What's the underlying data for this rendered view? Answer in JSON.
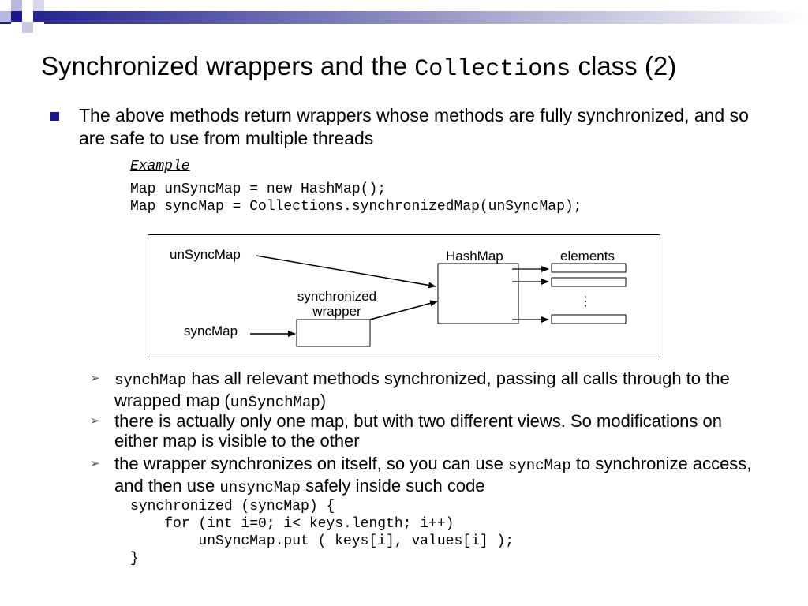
{
  "title": {
    "part1": "Synchronized wrappers and the ",
    "code": "Collections",
    "part2": " class (2)"
  },
  "bullet": {
    "text": "The above methods return wrappers whose methods are fully synchronized, and so are safe to use from multiple threads"
  },
  "example": {
    "label": "Example",
    "code": "Map unSyncMap = new HashMap();\nMap syncMap = Collections.synchronizedMap(unSyncMap);"
  },
  "diagram": {
    "unsync_label": "unSyncMap",
    "hashmap_label": "HashMap",
    "elements_label": "elements",
    "wrapper_label_line1": "synchronized",
    "wrapper_label_line2": "wrapper",
    "sync_label": "syncMap",
    "ellipsis": "⋮"
  },
  "subbullets": [
    {
      "arrow": "➢",
      "code1": "synchMap",
      "text1": " has all relevant methods synchronized, passing all calls through to the wrapped map (",
      "code2": "unSynchMap",
      "text2": ")"
    },
    {
      "arrow": "➢",
      "text": "there is actually only one map, but with two different views. So modifications on either map is visible to the other"
    },
    {
      "arrow": "➢",
      "text1": "the wrapper synchronizes on itself, so you can use ",
      "code1": "syncMap",
      "text2": " to synchronize access, and then use ",
      "code2": "unsyncMap",
      "text3": " safely inside such code"
    }
  ],
  "sync_code": "synchronized (syncMap) {\n    for (int i=0; i< keys.length; i++)\n        unSyncMap.put ( keys[i], values[i] );\n}",
  "colors": {
    "accent": "#1a1a8c",
    "banner_fade": "#ffffff"
  }
}
